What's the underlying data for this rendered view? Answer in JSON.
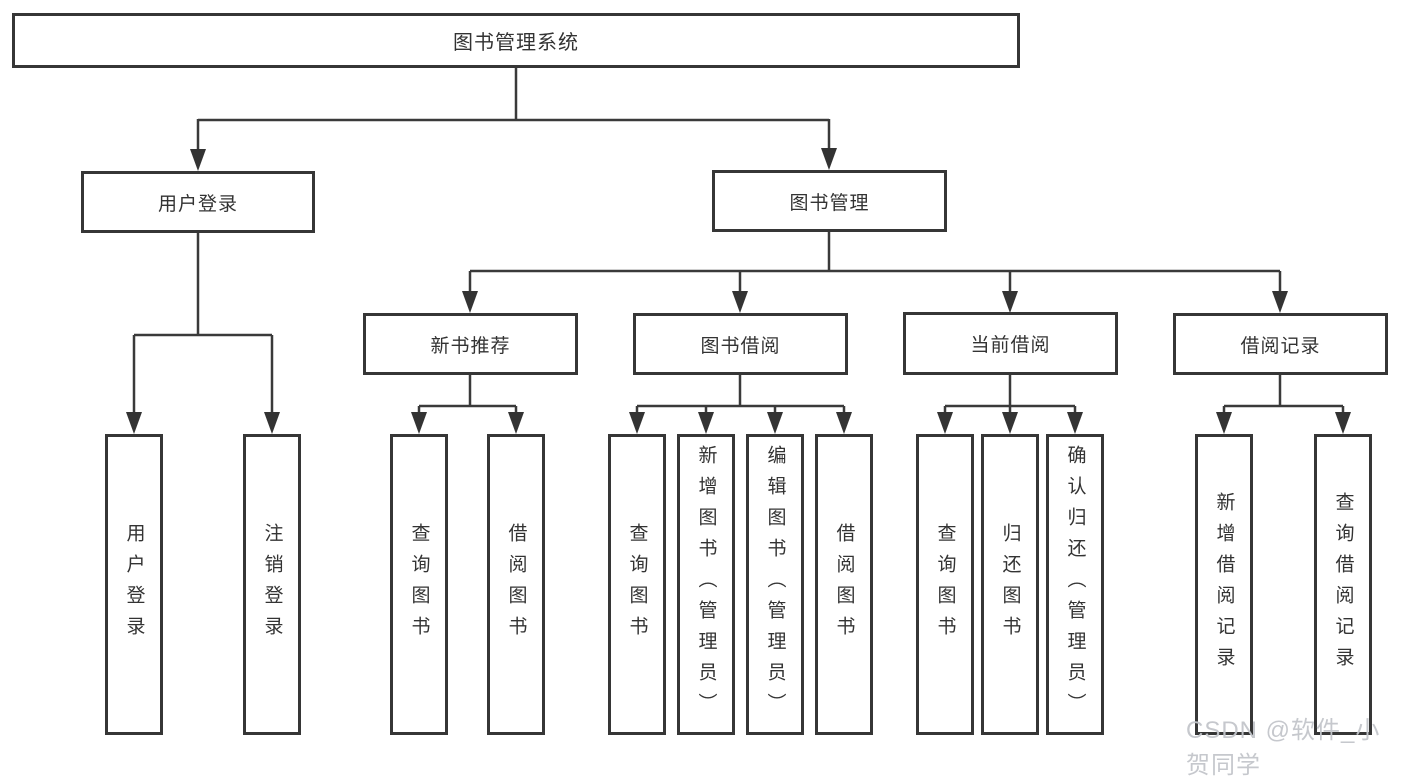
{
  "diagram": {
    "type": "tree",
    "root": {
      "label": "图书管理系统",
      "children": [
        {
          "label": "用户登录",
          "children": [
            {
              "label": "用户登录"
            },
            {
              "label": "注销登录"
            }
          ]
        },
        {
          "label": "图书管理",
          "children": [
            {
              "label": "新书推荐",
              "children": [
                {
                  "label": "查询图书"
                },
                {
                  "label": "借阅图书"
                }
              ]
            },
            {
              "label": "图书借阅",
              "children": [
                {
                  "label": "查询图书"
                },
                {
                  "label": "新增图书（管理员）"
                },
                {
                  "label": "编辑图书（管理员）"
                },
                {
                  "label": "借阅图书"
                }
              ]
            },
            {
              "label": "当前借阅",
              "children": [
                {
                  "label": "查询图书"
                },
                {
                  "label": "归还图书"
                },
                {
                  "label": "确认归还（管理员）"
                }
              ]
            },
            {
              "label": "借阅记录",
              "children": [
                {
                  "label": "新增借阅记录"
                },
                {
                  "label": "查询借阅记录"
                }
              ]
            }
          ]
        }
      ]
    }
  },
  "watermark": {
    "text": "CSDN @软件_小贺同学"
  },
  "colors": {
    "line": "#3a3a3a",
    "box_border": "#363636",
    "box_background": "#ffffff",
    "text": "#333333",
    "watermark": "#c3c6cb"
  }
}
